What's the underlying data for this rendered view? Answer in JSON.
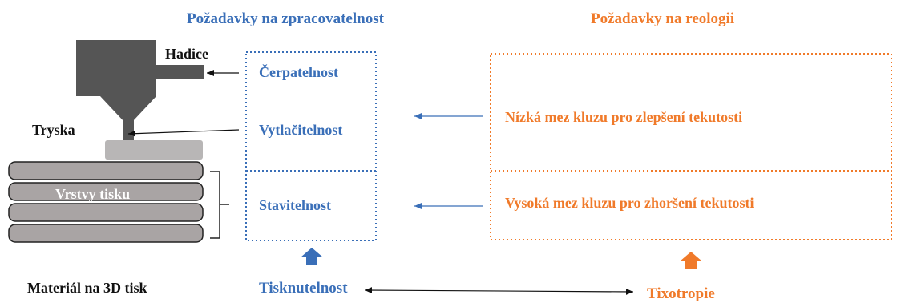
{
  "headings": {
    "processability": "Požadavky na zpracovatelnost",
    "rheology": "Požadavky na reologii"
  },
  "printer": {
    "hose_label": "Hadice",
    "nozzle_label": "Tryska",
    "layers_label": "Vrstvy tisku",
    "material_label": "Materiál na 3D tisk"
  },
  "processability_box": {
    "items": [
      "Čerpatelnost",
      "Vytlačitelnost",
      "Stavitelnost"
    ]
  },
  "rheology_box": {
    "items": [
      "Nízká mez kluzu pro zlepšení tekutosti",
      "Vysoká mez kluzu pro zhoršení tekutosti"
    ]
  },
  "bottom": {
    "left_label": "Tisknutelnost",
    "right_label": "Tixotropie"
  },
  "colors": {
    "blue": "#3a6fb8",
    "orange": "#f07a2a",
    "gray_dark": "#555555",
    "gray_mid": "#a9a4a4",
    "gray_light": "#b8b6b6"
  }
}
